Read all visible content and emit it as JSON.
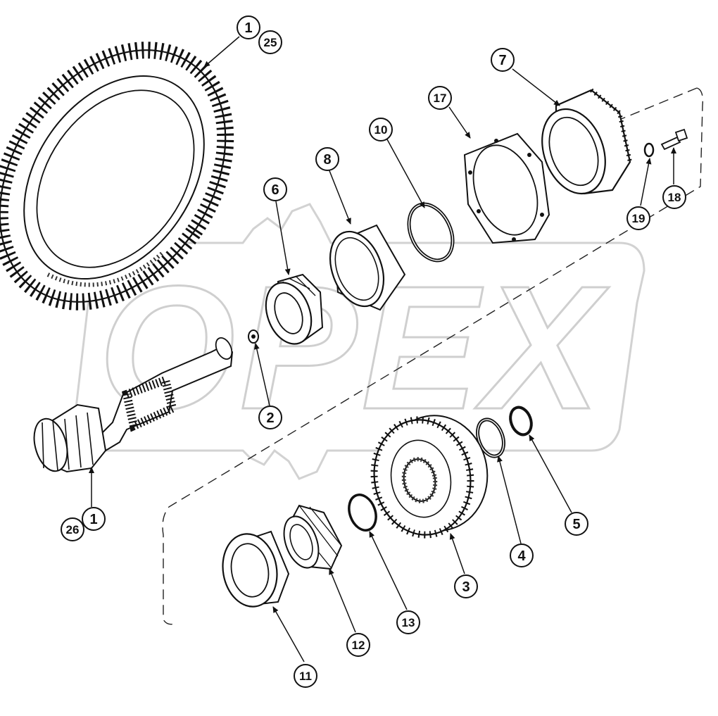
{
  "watermark": "OPEX",
  "colors": {
    "line": "#111111",
    "shade": "#555555",
    "watermark": "#cfcfcf",
    "background": "#ffffff"
  },
  "callouts": {
    "c1_top": "1",
    "c25": "25",
    "c7": "7",
    "c17": "17",
    "c10": "10",
    "c8": "8",
    "c6": "6",
    "c2": "2",
    "c19": "19",
    "c18": "18",
    "c1_bottom": "1",
    "c26": "26",
    "c5": "5",
    "c4": "4",
    "c3": "3",
    "c13": "13",
    "c12": "12",
    "c11": "11"
  }
}
